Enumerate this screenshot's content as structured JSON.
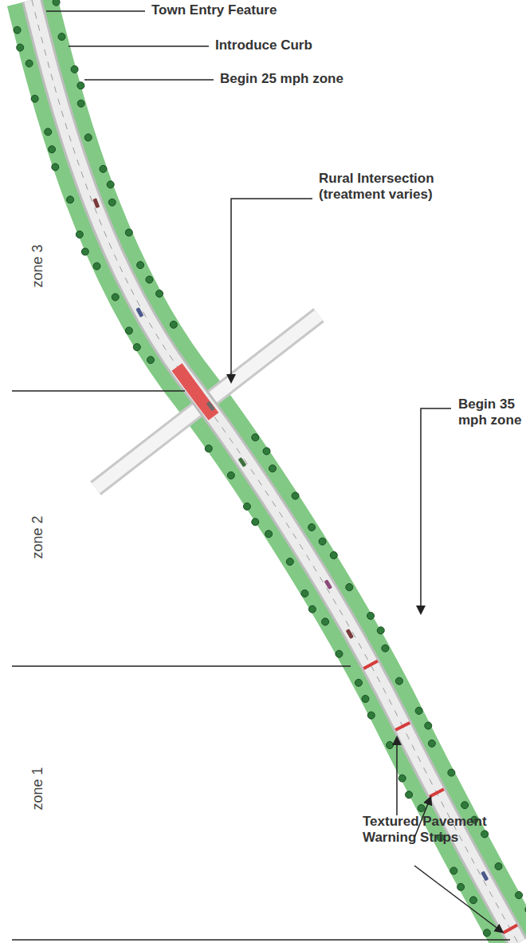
{
  "diagram": {
    "labels": [
      "Town Entry Feature",
      "Introduce Curb",
      "Begin 25 mph zone",
      "Rural Intersection (treatment varies)",
      "Begin 35 mph zone",
      "zone 3",
      "zone 2",
      "zone 1",
      "Textured Pavement Warning Strips"
    ]
  }
}
